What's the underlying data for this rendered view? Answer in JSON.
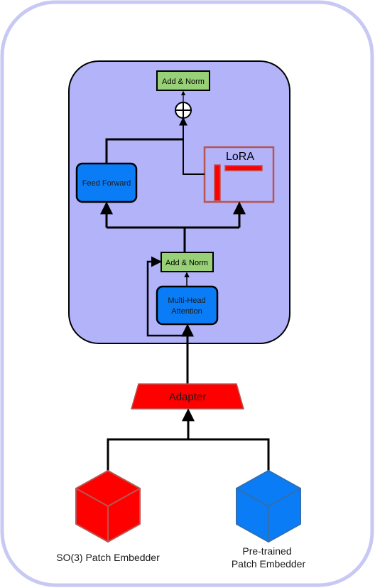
{
  "diagram": {
    "top_add_norm": "Add & Norm",
    "lora": "LoRA",
    "feed_forward": "Feed Forward",
    "mid_add_norm": "Add & Norm",
    "attention_line1": "Multi-Head",
    "attention_line2": "Attention",
    "adapter": "Adapter",
    "so3_embedder": "SO(3) Patch Embedder",
    "pretrained_line1": "Pre-trained",
    "pretrained_line2": "Patch Embedder"
  },
  "colors": {
    "outer_border": "#c8c8f5",
    "block_fill": "#b3b3fa",
    "add_norm_fill": "#97d077",
    "blue_box": "#0a7cf5",
    "lora_border": "#b85450",
    "red": "#ff0000",
    "arrow": "#000000"
  }
}
